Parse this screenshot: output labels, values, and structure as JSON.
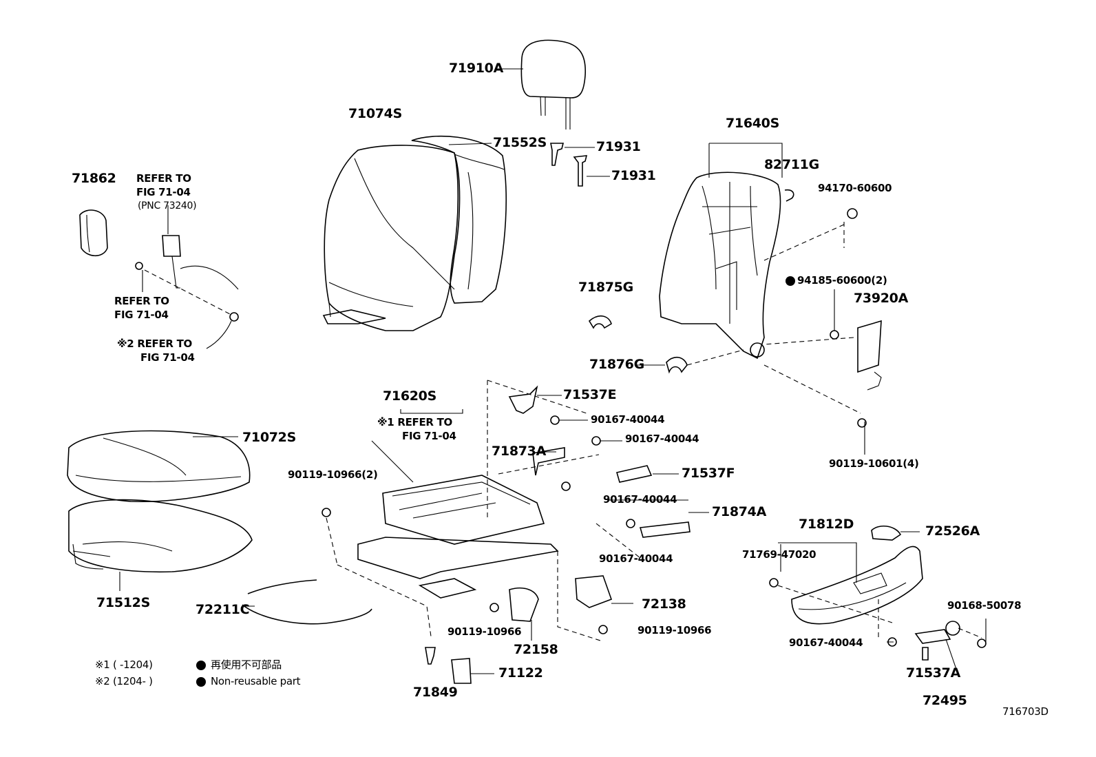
{
  "labels": {
    "p71910A": "71910A",
    "p71074S": "71074S",
    "p71552S": "71552S",
    "p71931a": "71931",
    "p71931b": "71931",
    "p71640S": "71640S",
    "p82711G": "82711G",
    "p94170": "94170-60600",
    "p94185": "94185-60600(2)",
    "p73920A": "73920A",
    "p71862": "71862",
    "refer1_l1": "REFER TO",
    "refer1_l2": "FIG 71-04",
    "refer1_l3": "(PNC 73240)",
    "refer2_l1": "REFER TO",
    "refer2_l2": "FIG 71-04",
    "refer3_l1": "※2  REFER TO",
    "refer3_l2": "FIG 71-04",
    "p71875G": "71875G",
    "p71876G": "71876G",
    "p71537E": "71537E",
    "p90167_1": "90167-40044",
    "p90167_2": "90167-40044",
    "p90119_10601": "90119-10601(4)",
    "p71620S": "71620S",
    "refer4_l1": "※1 REFER TO",
    "refer4_l2": "FIG 71-04",
    "p71072S": "71072S",
    "p90119_10966_2": "90119-10966(2)",
    "p71873A": "71873A",
    "p71537F": "71537F",
    "p90167_3": "90167-40044",
    "p71874A": "71874A",
    "p90167_4": "90167-40044",
    "p71812D": "71812D",
    "p72526A": "72526A",
    "p71769": "71769-47020",
    "p90168": "90168-50078",
    "p71512S": "71512S",
    "p72211C": "72211C",
    "p72138": "72138",
    "p90119_10966_a": "90119-10966",
    "p90119_10966_b": "90119-10966",
    "p72158": "72158",
    "p90167_5": "90167-40044",
    "p71537A": "71537A",
    "p72495": "72495",
    "p71849": "71849",
    "p71122": "71122",
    "note1": "※1 (       -1204)",
    "note2": "※2 (1204-       )",
    "legend_jp": "再使用不可部品",
    "legend_en": "Non-reusable part",
    "diagram_id": "716703D"
  }
}
